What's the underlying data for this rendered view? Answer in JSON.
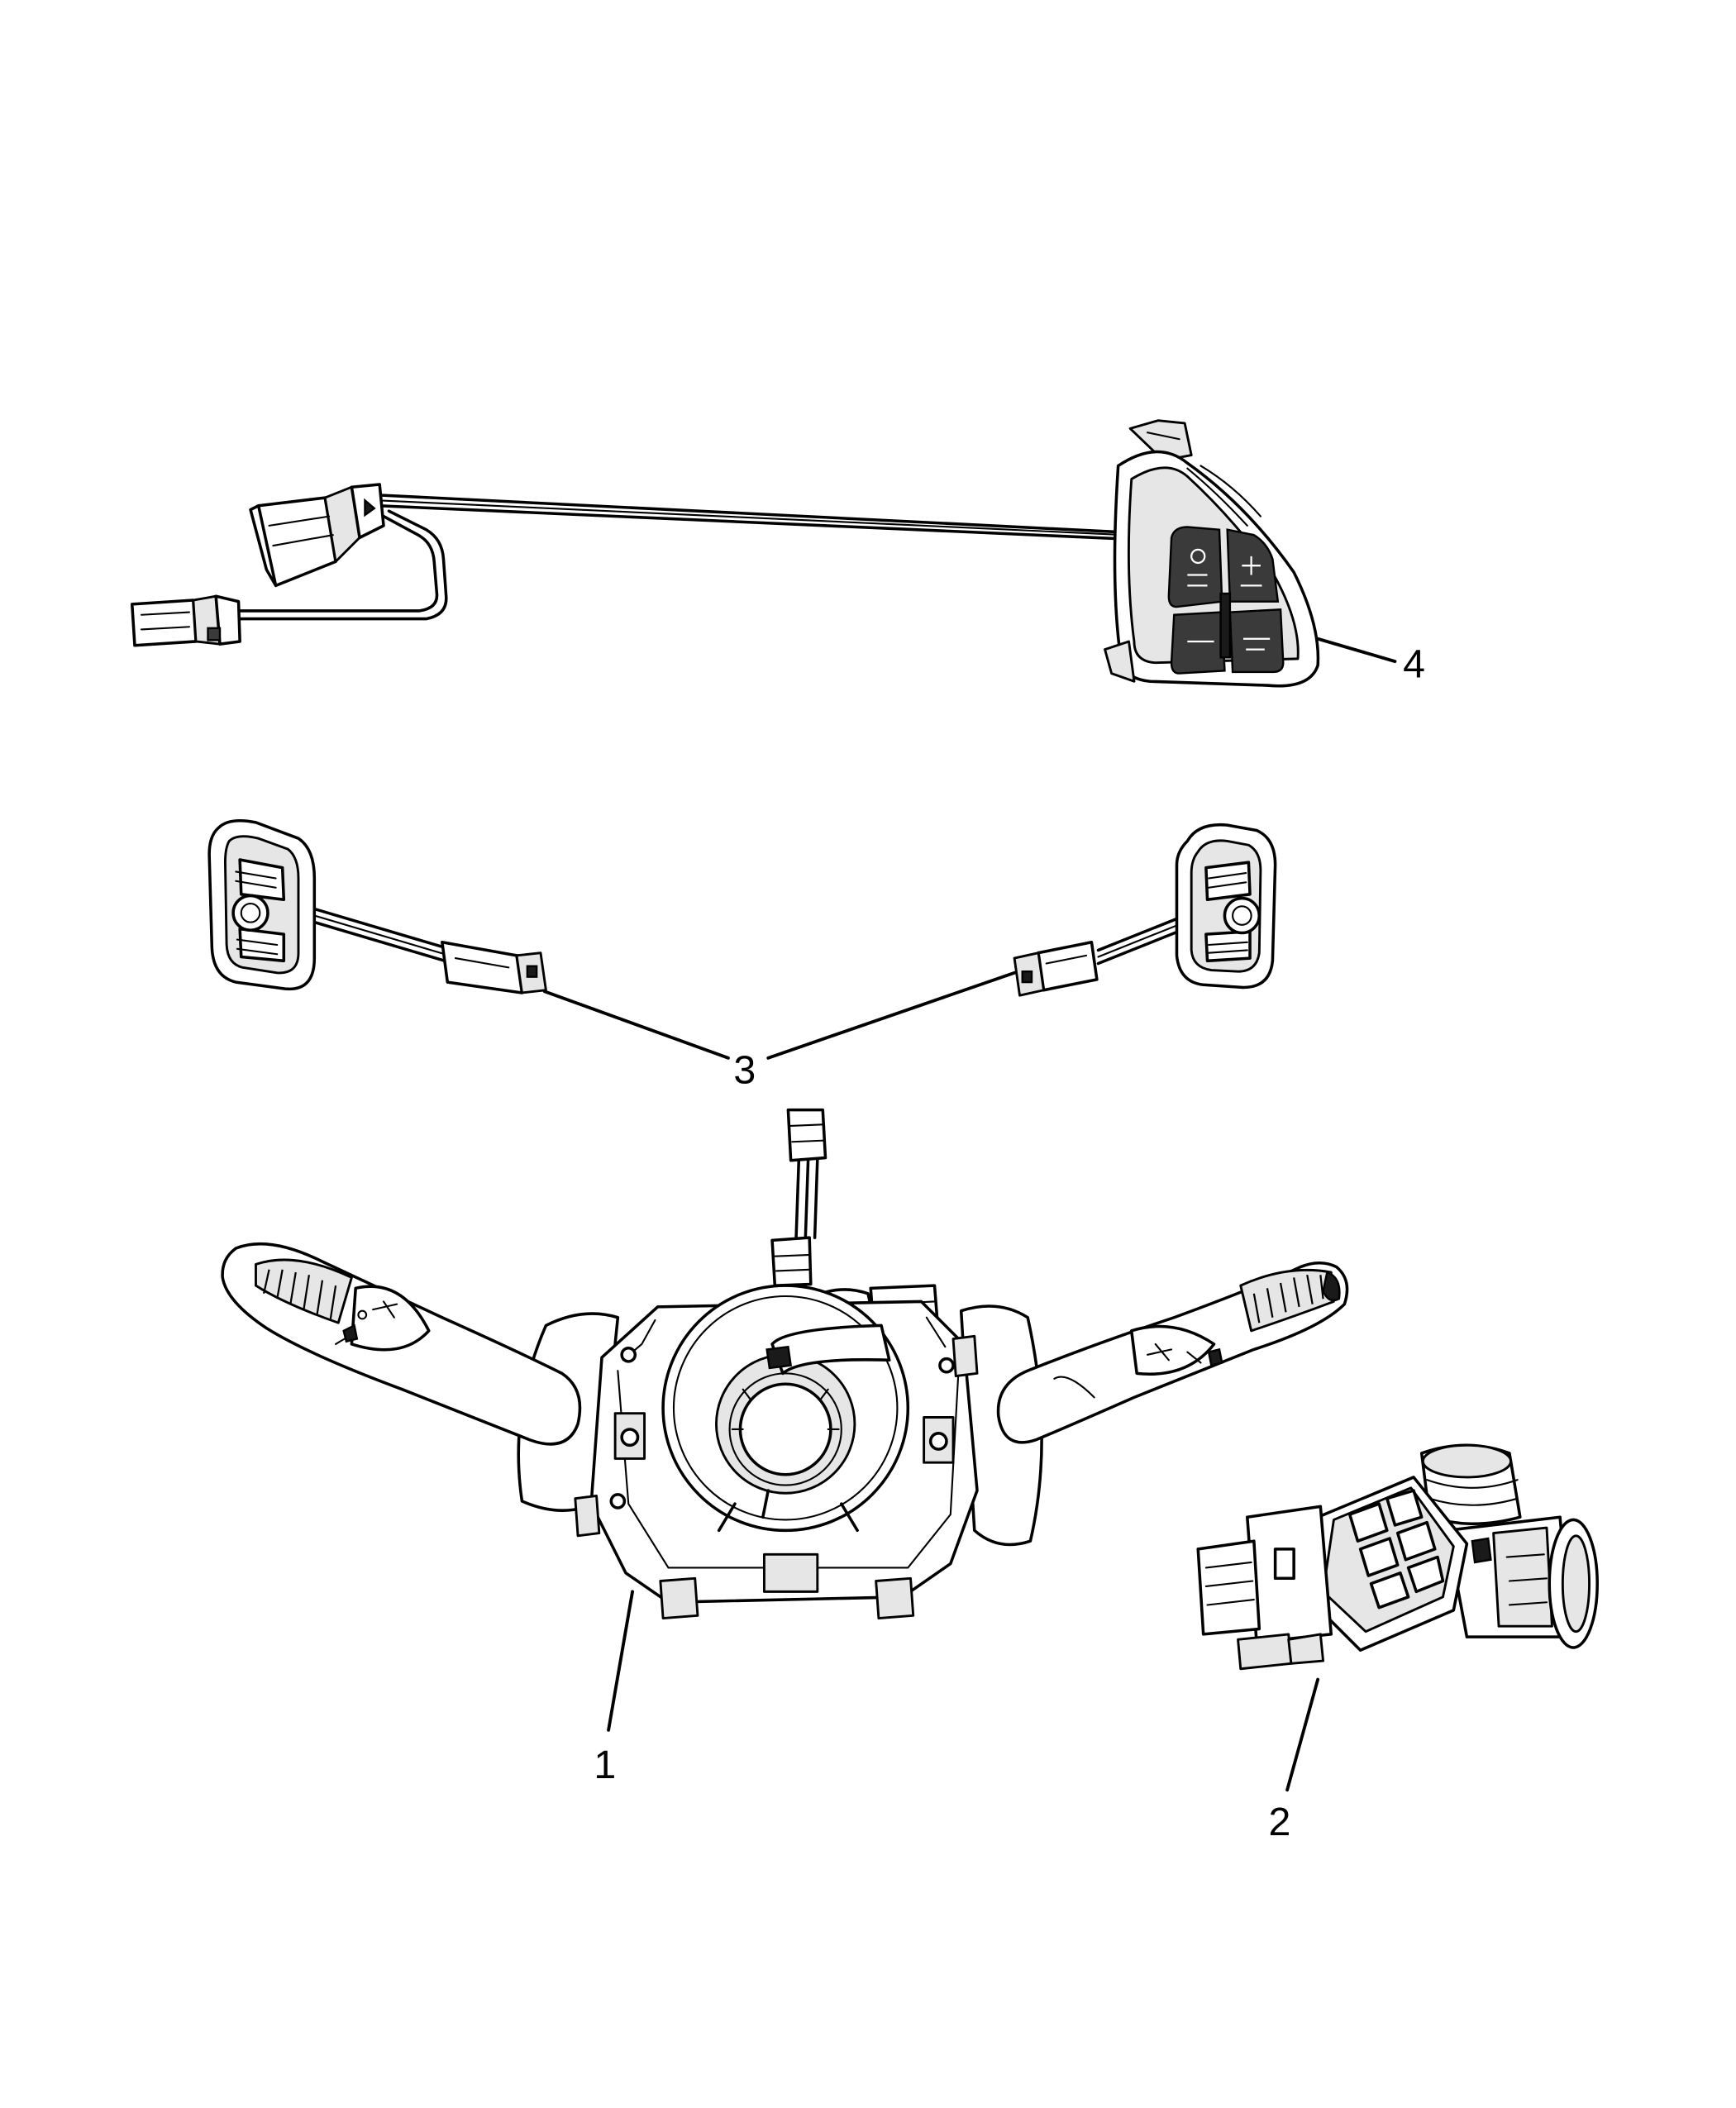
{
  "callouts": {
    "item1": "1",
    "item2": "2",
    "item3": "3",
    "item4": "4"
  },
  "colors": {
    "line": "#000000",
    "background": "#ffffff",
    "shade": "#e6e6e6"
  }
}
